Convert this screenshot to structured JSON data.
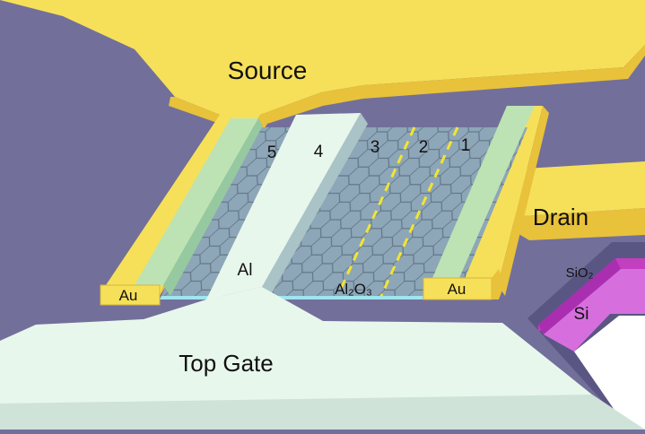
{
  "labels": {
    "source": "Source",
    "drain": "Drain",
    "top_gate": "Top Gate",
    "au_left": "Au",
    "au_right": "Au",
    "al": "Al",
    "al2o3": "Al₂O₃",
    "sio2": "SiO₂",
    "si": "Si",
    "region_1": "1",
    "region_2": "2",
    "region_3": "3",
    "region_4": "4",
    "region_5": "5"
  },
  "colors": {
    "background": "#736f9b",
    "gold": "#f6e05a",
    "gold_side": "#e8c23a",
    "graphene": "#8da6b8",
    "hex_line": "#5f7384",
    "top_gate": "#e8f7ec",
    "top_gate_side": "#a9c3c6",
    "contact_green": "#bde3b4",
    "sio2": "#d23cc6",
    "si": "#d86be0",
    "substrate_white": "#ffffff",
    "dashed": "#f2e433"
  }
}
